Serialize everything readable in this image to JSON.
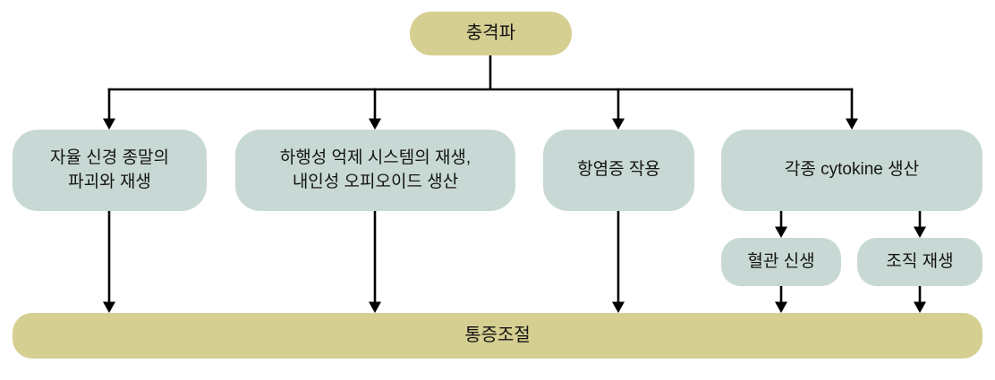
{
  "diagram": {
    "title": "shockwave-therapy-mechanism-flowchart",
    "root": {
      "label": "충격파"
    },
    "branches": [
      {
        "label": "자율 신경 종말의\n파괴와 재생"
      },
      {
        "label": "하행성 억제 시스템의 재생,\n내인성 오피오이드 생산"
      },
      {
        "label": "항염증 작용"
      },
      {
        "label": "각종 cytokine 생산"
      }
    ],
    "sub_branches": [
      {
        "label": "혈관 신생"
      },
      {
        "label": "조직 재생"
      }
    ],
    "outcome": {
      "label": "통증조절"
    },
    "colors": {
      "root_fill": "#d6cf92",
      "branch_fill": "#c8d9d5",
      "outcome_fill": "#d6cf92",
      "arrow": "#000000",
      "text": "#141414"
    }
  }
}
